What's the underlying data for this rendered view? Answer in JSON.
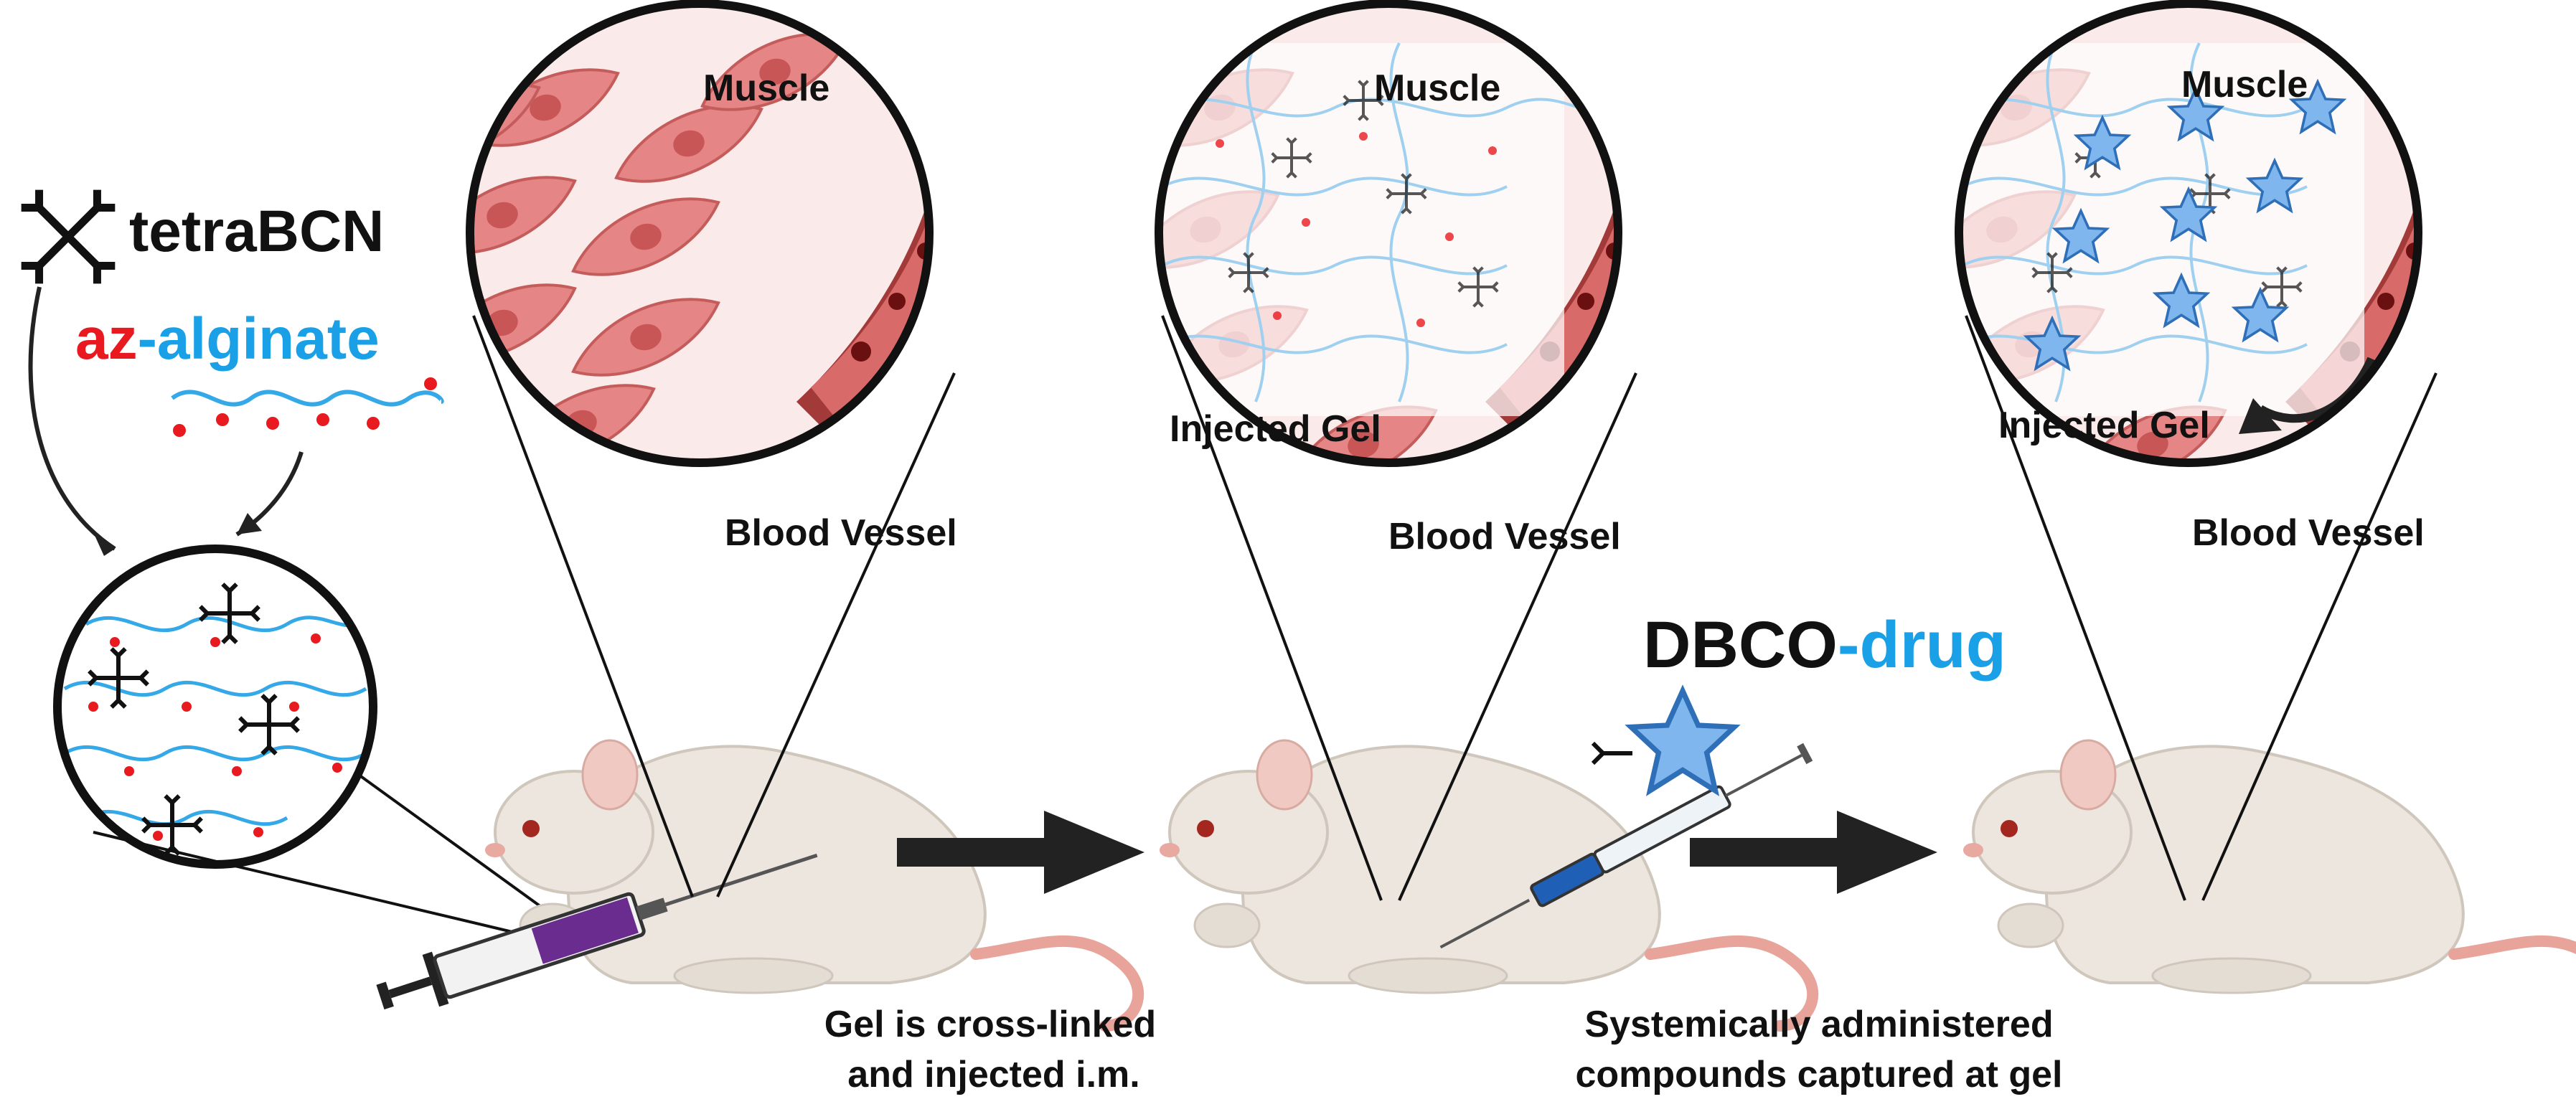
{
  "reagents": {
    "crosslinker_label": "tetraBCN",
    "polymer_prefix": "az",
    "polymer_suffix": "-alginate",
    "drug_prefix": "DBCO",
    "drug_suffix": "-drug"
  },
  "zoom_panels": [
    {
      "muscle": "Muscle",
      "vessel": "Blood Vessel"
    },
    {
      "muscle": "Muscle",
      "gel": "Injected Gel",
      "vessel": "Blood Vessel"
    },
    {
      "muscle": "Muscle",
      "gel": "Injected Gel",
      "vessel": "Blood Vessel"
    }
  ],
  "captions": {
    "step1_line1": "Gel is cross-linked",
    "step1_line2": "and injected i.m.",
    "step2_line1": "Systemically administered",
    "step2_line2": "compounds captured at gel"
  },
  "colors": {
    "az_red": "#e8191f",
    "alginate_blue": "#1aa0e6",
    "muscle": "#e07b7b",
    "vessel": "#a33a3a",
    "drug_star": "#7fb6ee",
    "mouse": "#ece6df"
  },
  "icons": [
    "tetrabcn-crosslinker-icon",
    "syringe-icon",
    "mouse-icon",
    "arrow-right-icon",
    "drug-star-icon"
  ]
}
